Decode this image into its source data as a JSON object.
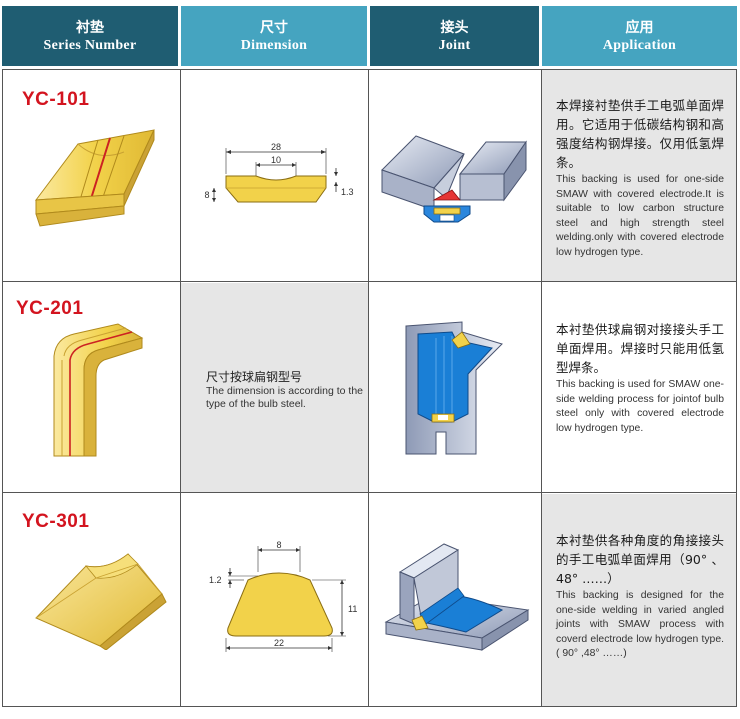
{
  "header": {
    "col1": {
      "zh": "衬垫",
      "en": "Series Number"
    },
    "col2": {
      "zh": "尺寸",
      "en": "Dimension"
    },
    "col3": {
      "zh": "接头",
      "en": "Joint"
    },
    "col4": {
      "zh": "应用",
      "en": "Application"
    }
  },
  "colors": {
    "header_dark": "#1f5d72",
    "header_light": "#45a4c0",
    "model_red": "#d3141f",
    "backing_yellow": "#f2d24a",
    "joint_blue": "#1a7fd6"
  },
  "rows": [
    {
      "model": "YC-101",
      "dimensions": {
        "top": "28",
        "groove": "10",
        "height": "8",
        "depth": "1.3"
      },
      "application_zh": "本焊接衬垫供手工电弧单面焊用。它适用于低碳结构钢和高强度结构钢焊接。仅用低氢焊条。",
      "application_en": "This backing is used for one-side SMAW with covered electrode.It is suitable to low carbon structure steel and high strength steel welding.only with covered electrode low hydrogen type."
    },
    {
      "model": "YC-201",
      "dimension_note_zh": "尺寸按球扁钢型号",
      "dimension_note_en": "The dimension is according to the type of the bulb steel.",
      "application_zh": "本衬垫供球扁钢对接接头手工单面焊用。焊接时只能用低氢型焊条。",
      "application_en": "This backing is used for SMAW one-side welding process for jointof bulb steel only with covered electrode low hydrogen type."
    },
    {
      "model": "YC-301",
      "dimensions": {
        "top": "8",
        "depth": "1.2",
        "height": "11",
        "bottom": "22"
      },
      "application_zh": "本衬垫供各种角度的角接接头的手工电弧单面焊用（90° 、48° ……）",
      "application_en": "This backing is designed for the one-side welding in varied angled joints with SMAW process with coverd electrode low hydrogen type. ( 90° ,48° ……)"
    }
  ]
}
